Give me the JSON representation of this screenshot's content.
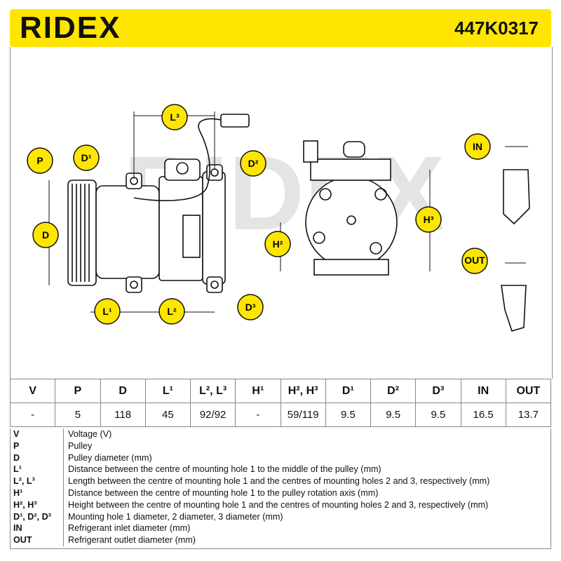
{
  "brand": "RIDEX",
  "part_number": "447K0317",
  "watermark": "RIDEX",
  "diagram_labels": {
    "P": "P",
    "D": "D",
    "D1": "D¹",
    "D2": "D²",
    "D3": "D³",
    "L1": "L¹",
    "L2": "L²",
    "L3": "L³",
    "H2": "H²",
    "H3": "H³",
    "IN": "IN",
    "OUT": "OUT"
  },
  "spec_table": {
    "headers": [
      "V",
      "P",
      "D",
      "L¹",
      "L², L³",
      "H¹",
      "H², H³",
      "D¹",
      "D²",
      "D³",
      "IN",
      "OUT"
    ],
    "values": [
      "-",
      "5",
      "118",
      "45",
      "92/92",
      "-",
      "59/119",
      "9.5",
      "9.5",
      "9.5",
      "16.5",
      "13.7"
    ]
  },
  "legend": [
    {
      "key": "V",
      "desc": "Voltage (V)"
    },
    {
      "key": "P",
      "desc": "Pulley"
    },
    {
      "key": "D",
      "desc": "Pulley diameter (mm)"
    },
    {
      "key": "L¹",
      "desc": "Distance between the centre of mounting hole 1 to the middle of the pulley (mm)"
    },
    {
      "key": "L², L³",
      "desc": "Length between the centre of mounting hole 1 and the centres of mounting holes 2 and 3, respectively (mm)"
    },
    {
      "key": "H¹",
      "desc": "Distance between the centre of mounting hole 1 to the pulley rotation axis (mm)"
    },
    {
      "key": "H², H³",
      "desc": "Height between the centre of mounting hole 1 and the centres of mounting holes 2 and 3, respectively (mm)"
    },
    {
      "key": "D¹, D², D³",
      "desc": "Mounting hole 1 diameter, 2 diameter, 3 diameter (mm)"
    },
    {
      "key": "IN",
      "desc": "Refrigerant inlet diameter (mm)"
    },
    {
      "key": "OUT",
      "desc": "Refrigerant outlet diameter (mm)"
    }
  ],
  "colors": {
    "brand_yellow": "#ffe600",
    "badge_yellow": "#ffe600",
    "line": "#111111"
  }
}
